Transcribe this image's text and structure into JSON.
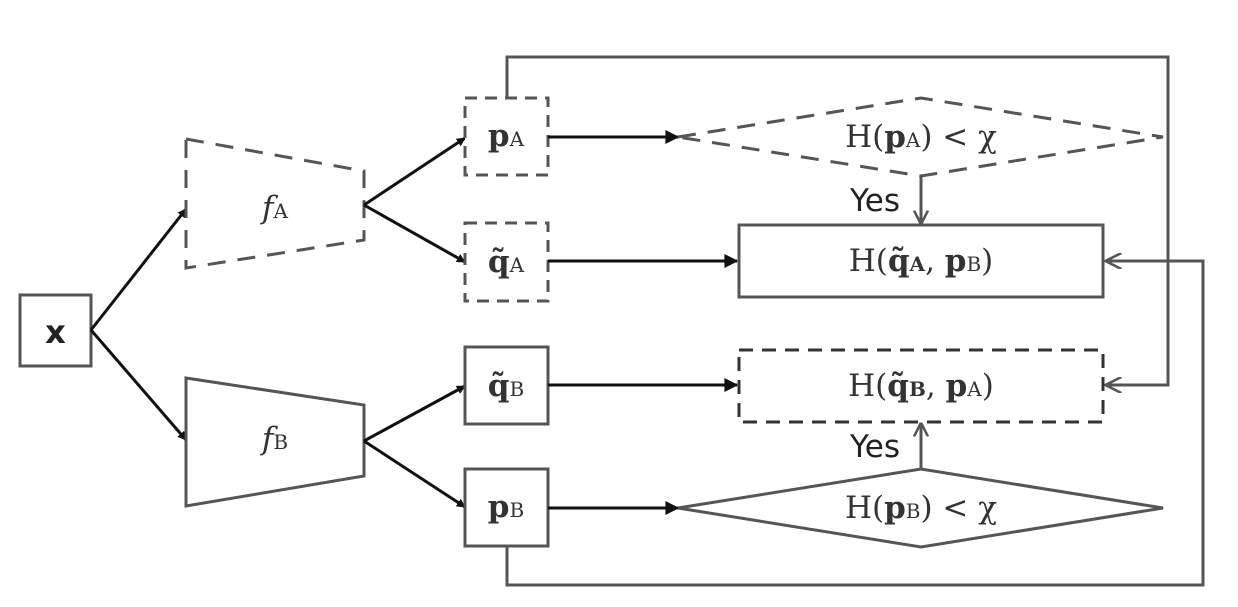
{
  "input": {
    "label": "x"
  },
  "networks": {
    "a": {
      "symbol": "f",
      "sub": "A"
    },
    "b": {
      "symbol": "f",
      "sub": "B"
    }
  },
  "outputs": {
    "p_a": {
      "symbol": "p",
      "sub": "A"
    },
    "q_a": {
      "symbol": "q̃",
      "sub": "A"
    },
    "q_b": {
      "symbol": "q̃",
      "sub": "B"
    },
    "p_b": {
      "symbol": "p",
      "sub": "B"
    }
  },
  "decisions": {
    "a": {
      "pre": "H(",
      "symbol": "p",
      "sub": "A",
      "post": ") < χ"
    },
    "b": {
      "pre": "H(",
      "symbol": "p",
      "sub": "B",
      "post": ") < χ"
    }
  },
  "losses": {
    "a": {
      "pre": "H(",
      "sym1": "q̃",
      "sub1": "A",
      "mid": ", ",
      "sym2": "p",
      "sub2": "B",
      "post": ")"
    },
    "b": {
      "pre": "H(",
      "sym1": "q̃",
      "sub1": "B",
      "mid": ", ",
      "sym2": "p",
      "sub2": "A",
      "post": ")"
    }
  },
  "yes_labels": {
    "a": "Yes",
    "b": "Yes"
  },
  "colors": {
    "stroke": "#555555",
    "arrow": "#111111",
    "text": "#333333"
  }
}
